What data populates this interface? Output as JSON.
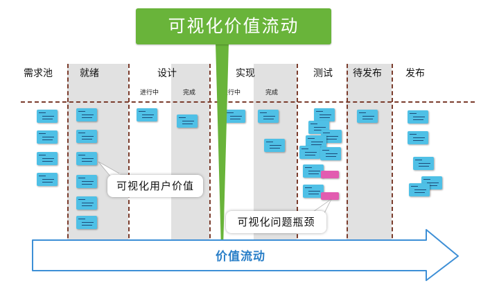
{
  "banner": {
    "title": "可视化价值流动"
  },
  "columns": [
    {
      "id": "backlog",
      "title": "需求池"
    },
    {
      "id": "ready",
      "title": "就绪"
    },
    {
      "id": "design",
      "title": "设计",
      "sub": [
        "进行中",
        "完成"
      ]
    },
    {
      "id": "build",
      "title": "实现",
      "sub": [
        "进行中",
        "完成"
      ]
    },
    {
      "id": "test",
      "title": "测试"
    },
    {
      "id": "pending_release",
      "title": "待发布"
    },
    {
      "id": "release",
      "title": "发布"
    }
  ],
  "callouts": {
    "user_value": "可视化用户价值",
    "bottleneck": "可视化问题瓶颈"
  },
  "flow_arrow": {
    "label": "价值流动"
  },
  "colors": {
    "banner_green": "#69b43a",
    "card_blue": "#4fc0e6",
    "card_pink": "#e25cb0",
    "flow_blue": "#2a7fc8",
    "column_gray": "#e1e1e1"
  }
}
